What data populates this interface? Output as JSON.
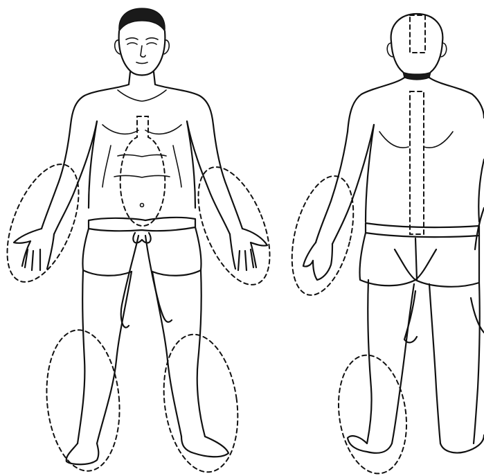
{
  "figure": {
    "views": [
      {
        "name": "front-view",
        "highlighted_regions": [
          "chest-abdomen",
          "left-forearm-hand",
          "right-forearm-hand",
          "left-lower-leg-foot",
          "right-lower-leg-foot"
        ]
      },
      {
        "name": "back-view",
        "highlighted_regions": [
          "head-crown",
          "spine",
          "left-forearm-hand",
          "left-lower-leg-foot"
        ]
      }
    ],
    "colors": {
      "background": "#ffffff",
      "ink": "#111111"
    }
  }
}
